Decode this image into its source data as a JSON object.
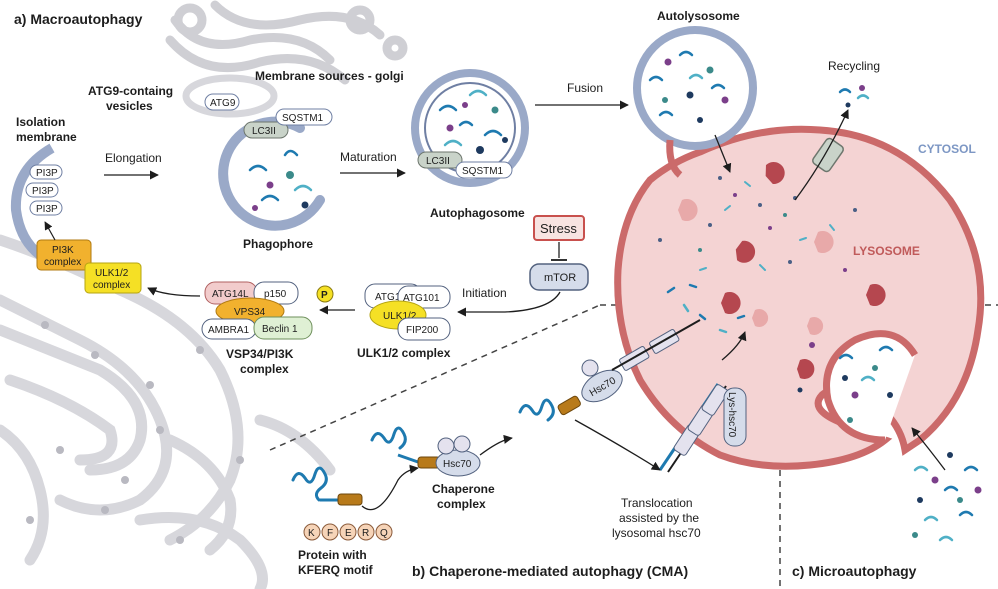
{
  "sections": {
    "macro": "a) Macroautophagy",
    "cma": "b) Chaperone-mediated autophagy (CMA)",
    "micro": "c) Microautophagy"
  },
  "compartments": {
    "cytosol": "CYTOSOL",
    "lysosome": "LYSOSOME"
  },
  "labels": {
    "isolation_membrane_l1": "Isolation",
    "isolation_membrane_l2": "membrane",
    "atg9_vesicles_l1": "ATG9-containg",
    "atg9_vesicles_l2": "vesicles",
    "membrane_sources": "Membrane sources - golgi",
    "phagophore": "Phagophore",
    "autophagosome": "Autophagosome",
    "autolysosome": "Autolysosome",
    "recycling": "Recycling",
    "ulk_complex_caption": "ULK1/2 complex",
    "vps34_caption_l1": "VSP34/PI3K",
    "vps34_caption_l2": "complex",
    "chaperone_complex_l1": "Chaperone",
    "chaperone_complex_l2": "complex",
    "protein_kferq_l1": "Protein with",
    "protein_kferq_l2": "KFERQ motif",
    "translocation_l1": "Translocation",
    "translocation_l2": "assisted by the",
    "translocation_l3": "lysosomal hsc70"
  },
  "arrows": {
    "elongation": "Elongation",
    "maturation": "Maturation",
    "fusion": "Fusion",
    "initiation": "Initiation"
  },
  "proteins": {
    "pi3p": "PI3P",
    "pi3k_complex_l1": "PI3K",
    "pi3k_complex_l2": "complex",
    "ulk12_complex_l1": "ULK1/2",
    "ulk12_complex_l2": "complex",
    "atg9": "ATG9",
    "lc3ii": "LC3II",
    "sqstm1": "SQSTM1",
    "stress": "Stress",
    "mtor": "mTOR",
    "atg13": "ATG13",
    "atg101": "ATG101",
    "ulk12": "ULK1/2",
    "fip200": "FIP200",
    "atg14l": "ATG14L",
    "p150": "p150",
    "vps34": "VPS34",
    "ambra1": "AMBRA1",
    "beclin1": "Beclin 1",
    "phospho": "P",
    "hsc70": "Hsc70",
    "lys_hsc70": "Lys-hsc70",
    "kferq": [
      "K",
      "F",
      "E",
      "R",
      "Q"
    ]
  },
  "colors": {
    "membrane_blue": "#9aa9c8",
    "membrane_dark": "#6f7fa3",
    "lysosome_pink": "#f2cccc",
    "lysosome_edge": "#c76868",
    "enzyme": "#b5474f",
    "ulk_yellow": "#f5e025",
    "pi3k_orange": "#f1b12e",
    "stress_red": "#c8504d",
    "cytosol_text": "#7d97c4",
    "lysosome_text": "#c05a5a"
  }
}
